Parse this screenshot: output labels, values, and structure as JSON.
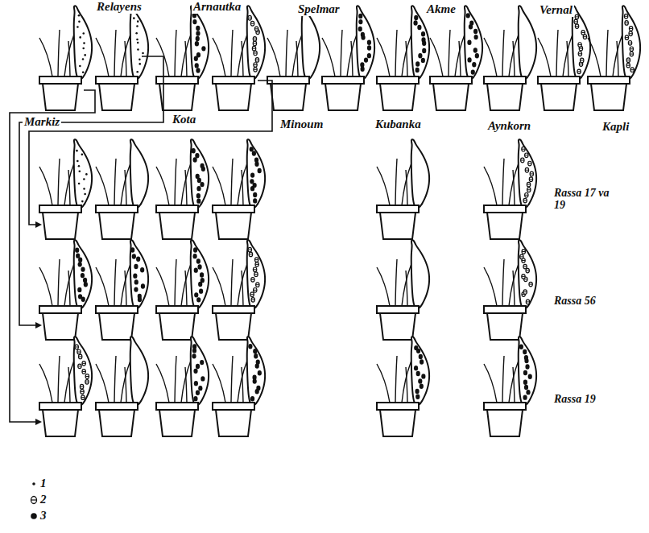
{
  "diagram": {
    "labels": [
      "Relayens",
      "Arnautka",
      "Spelmar",
      "Akme",
      "Vernal",
      "Markiz",
      "Kota",
      "Minoum",
      "Kubanka",
      "Aynkorn",
      "Kapli",
      "Rassa 17 va 19",
      "Rassa 56",
      "Rassa 19"
    ],
    "legend": [
      {
        "text": "1"
      },
      {
        "text": "2"
      },
      {
        "text": "3"
      }
    ]
  }
}
